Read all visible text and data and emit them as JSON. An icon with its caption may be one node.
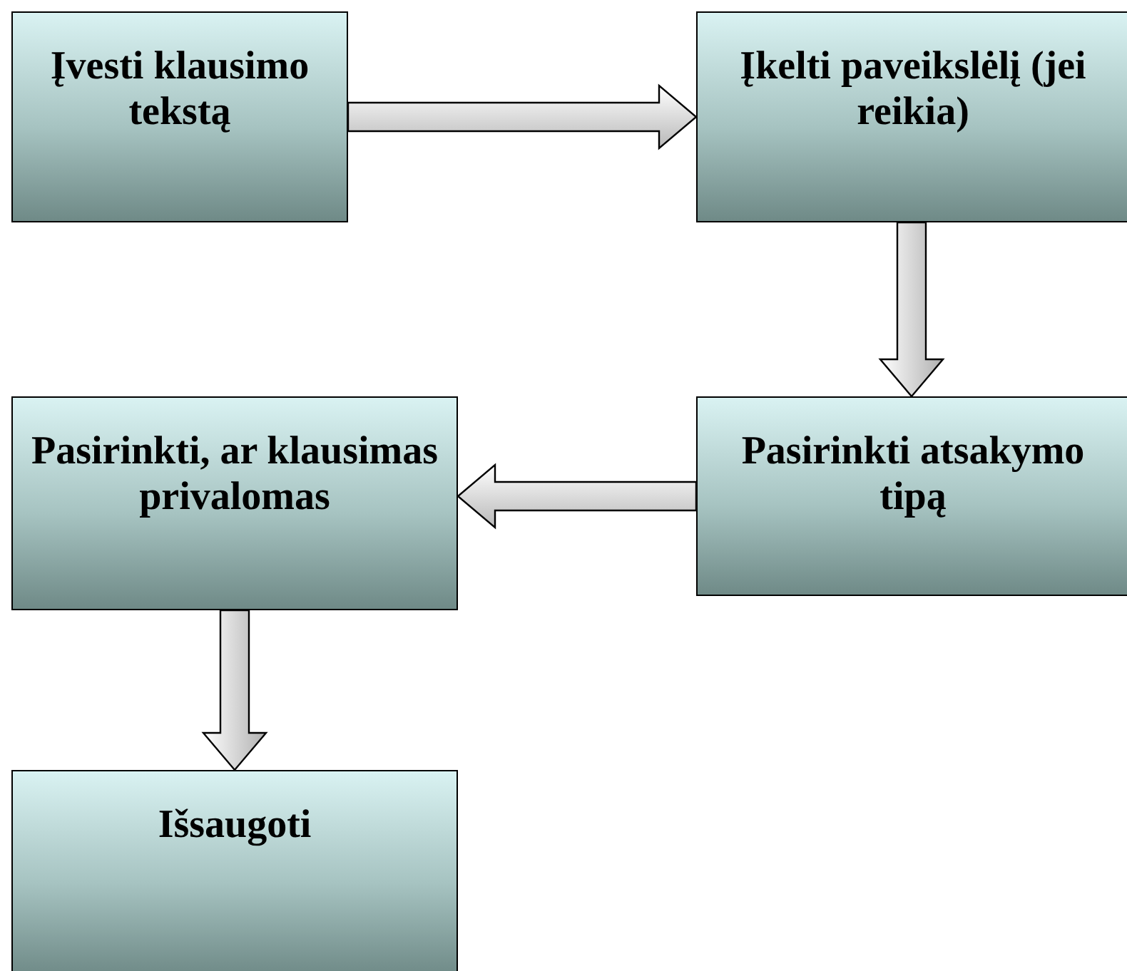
{
  "diagram": {
    "nodes": [
      {
        "text": [
          "Įvesti klausimo tekstą"
        ]
      },
      {
        "text": [
          "Įkelti paveikslėlį (jei reikia)"
        ]
      },
      {
        "text": [
          "Pasirinkti, ar klausimas privalomas"
        ]
      },
      {
        "text": [
          "Pasirinkti atsakymo tipą"
        ]
      },
      {
        "text": [
          "Išsaugoti"
        ]
      }
    ],
    "edges": [
      {
        "from": 0,
        "to": 1,
        "arrow": "to"
      },
      {
        "from": 1,
        "to": 3,
        "arrow": "to"
      },
      {
        "from": 3,
        "to": 2,
        "arrow": "to"
      },
      {
        "from": 2,
        "to": 4,
        "arrow": "to"
      }
    ]
  }
}
